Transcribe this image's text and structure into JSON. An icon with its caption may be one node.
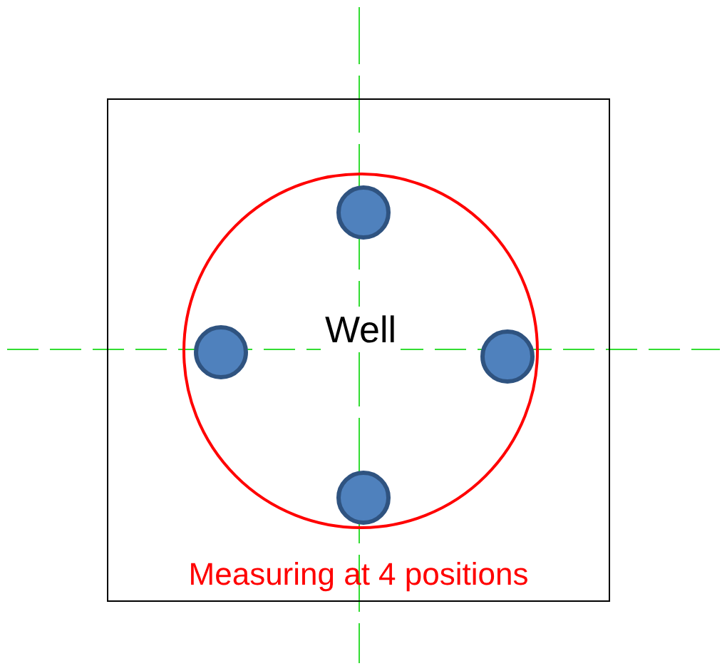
{
  "diagram": {
    "nodes": [
      {
        "text": [
          "Measuring at 4 positions"
        ]
      },
      {
        "text": [
          "Well"
        ],
        "in": 0
      },
      {
        "text": [],
        "shape": "circle",
        "in": 1
      },
      {
        "text": [],
        "shape": "circle",
        "in": 1
      },
      {
        "text": [],
        "shape": "circle",
        "in": 1
      },
      {
        "text": [],
        "shape": "circle",
        "in": 1
      }
    ]
  }
}
